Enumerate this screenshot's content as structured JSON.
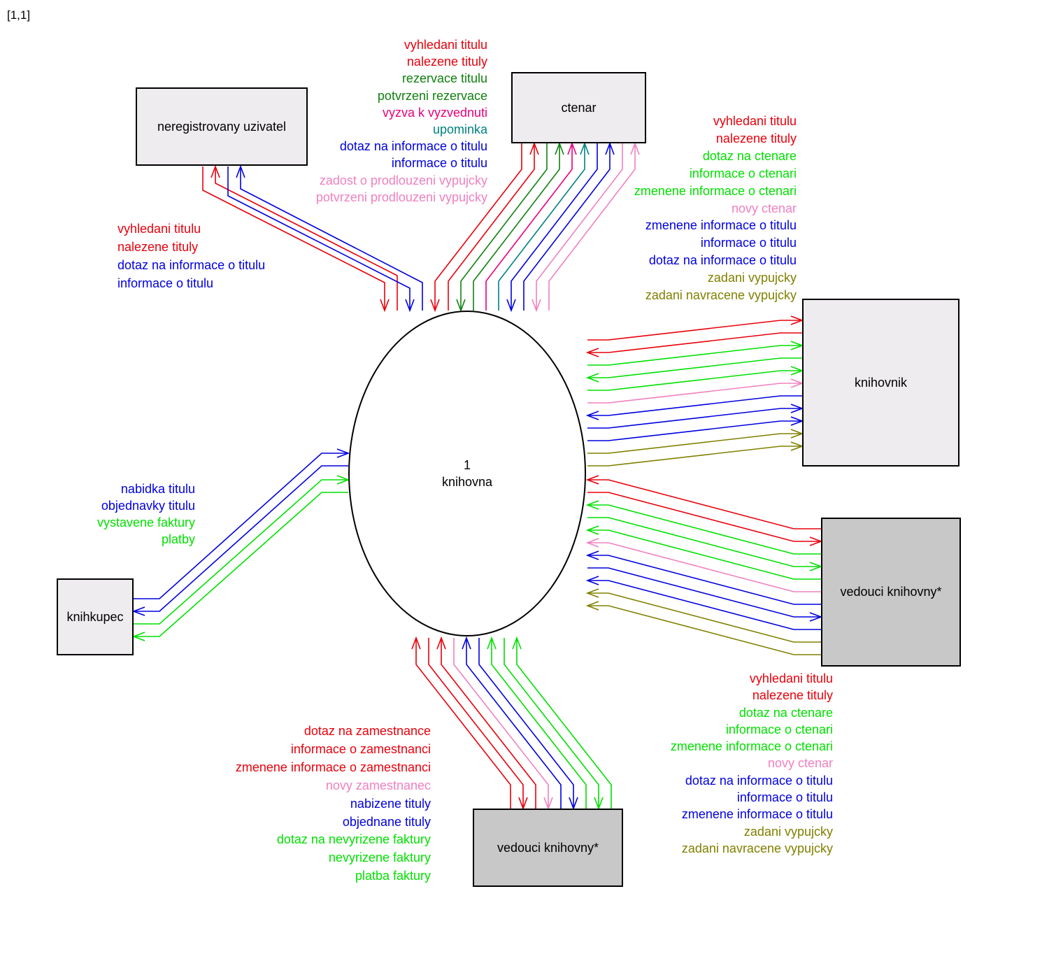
{
  "corner": "[1,1]",
  "colors": {
    "red": "#e8000b",
    "darkgreen": "#108010",
    "magenta": "#e8007a",
    "teal": "#008080",
    "blue": "#0000e0",
    "pink": "#f080c0",
    "green": "#00e000",
    "olive": "#808000"
  },
  "process": {
    "number": "1",
    "name": "knihovna"
  },
  "entities": {
    "neregistrovany": "neregistrovany uzivatel",
    "ctenar": "ctenar",
    "knihovnik": "knihovnik",
    "vedouci_right": "vedouci knihovny*",
    "vedouci_bottom": "vedouci knihovny*",
    "knihkupec": "knihkupec"
  },
  "flows": {
    "neregistrovany": [
      {
        "text": "vyhledani titulu",
        "color": "red"
      },
      {
        "text": "nalezene tituly",
        "color": "red"
      },
      {
        "text": "dotaz na informace o titulu",
        "color": "blue"
      },
      {
        "text": "informace o titulu",
        "color": "blue"
      }
    ],
    "ctenar": [
      {
        "text": "vyhledani titulu",
        "color": "red"
      },
      {
        "text": "nalezene tituly",
        "color": "red"
      },
      {
        "text": "rezervace titulu",
        "color": "darkgreen"
      },
      {
        "text": "potvrzeni rezervace",
        "color": "darkgreen"
      },
      {
        "text": "vyzva k vyzvednuti",
        "color": "magenta"
      },
      {
        "text": "upominka",
        "color": "teal"
      },
      {
        "text": "dotaz na informace o titulu",
        "color": "blue"
      },
      {
        "text": "informace o titulu",
        "color": "blue"
      },
      {
        "text": "zadost o prodlouzeni vypujcky",
        "color": "pink"
      },
      {
        "text": "potvrzeni prodlouzeni vypujcky",
        "color": "pink"
      }
    ],
    "knihovnik": [
      {
        "text": "vyhledani titulu",
        "color": "red"
      },
      {
        "text": "nalezene tituly",
        "color": "red"
      },
      {
        "text": "dotaz na ctenare",
        "color": "green"
      },
      {
        "text": "informace o ctenari",
        "color": "green"
      },
      {
        "text": "zmenene informace o ctenari",
        "color": "green"
      },
      {
        "text": "novy ctenar",
        "color": "pink"
      },
      {
        "text": "zmenene informace o titulu",
        "color": "blue"
      },
      {
        "text": "informace o titulu",
        "color": "blue"
      },
      {
        "text": "dotaz na informace o titulu",
        "color": "blue"
      },
      {
        "text": "zadani vypujcky",
        "color": "olive"
      },
      {
        "text": "zadani navracene vypujcky",
        "color": "olive"
      }
    ],
    "vedouci_right": [
      {
        "text": "vyhledani titulu",
        "color": "red"
      },
      {
        "text": "nalezene tituly",
        "color": "red"
      },
      {
        "text": "dotaz na ctenare",
        "color": "green"
      },
      {
        "text": "informace o ctenari",
        "color": "green"
      },
      {
        "text": "zmenene informace o ctenari",
        "color": "green"
      },
      {
        "text": "novy ctenar",
        "color": "pink"
      },
      {
        "text": "dotaz na informace o titulu",
        "color": "blue"
      },
      {
        "text": "informace o titulu",
        "color": "blue"
      },
      {
        "text": "zmenene informace o titulu",
        "color": "blue"
      },
      {
        "text": "zadani vypujcky",
        "color": "olive"
      },
      {
        "text": "zadani navracene vypujcky",
        "color": "olive"
      }
    ],
    "vedouci_bottom": [
      {
        "text": "dotaz na zamestnance",
        "color": "red"
      },
      {
        "text": "informace o zamestnanci",
        "color": "red"
      },
      {
        "text": "zmenene informace o zamestnanci",
        "color": "red"
      },
      {
        "text": "novy zamestnanec",
        "color": "pink"
      },
      {
        "text": "nabizene tituly",
        "color": "blue"
      },
      {
        "text": "objednane tituly",
        "color": "blue"
      },
      {
        "text": "dotaz na nevyrizene faktury",
        "color": "green"
      },
      {
        "text": "nevyrizene faktury",
        "color": "green"
      },
      {
        "text": "platba faktury",
        "color": "green"
      }
    ],
    "knihkupec": [
      {
        "text": "nabidka titulu",
        "color": "blue"
      },
      {
        "text": "objednavky titulu",
        "color": "blue"
      },
      {
        "text": "vystavene faktury",
        "color": "green"
      },
      {
        "text": "platby",
        "color": "green"
      }
    ]
  }
}
